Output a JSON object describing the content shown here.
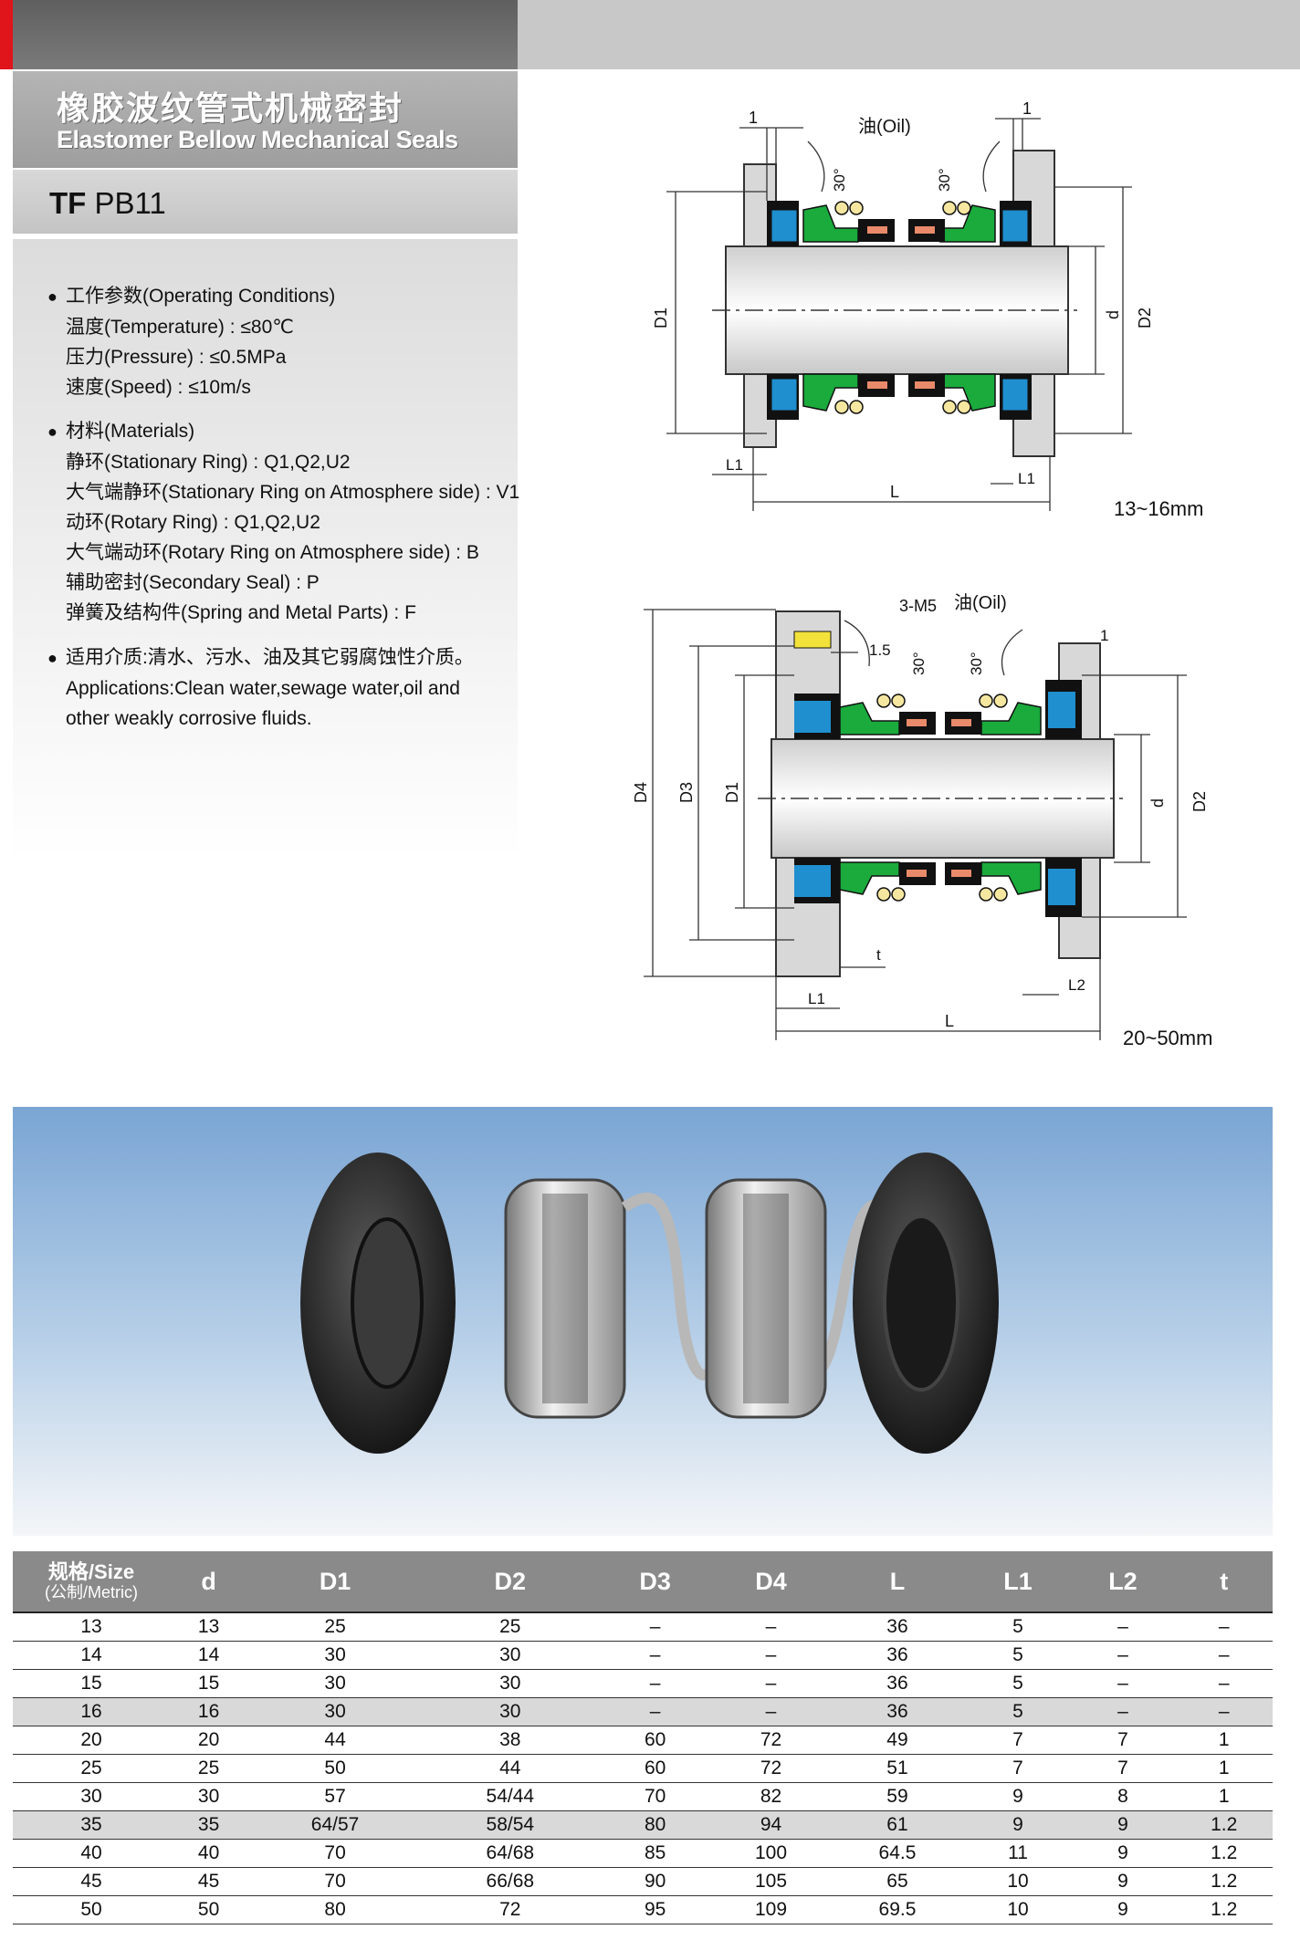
{
  "header": {
    "title_cn": "橡胶波纹管式机械密封",
    "title_en": "Elastomer Bellow Mechanical Seals",
    "model_prefix": "TF",
    "model_name": " PB11"
  },
  "operating": {
    "heading": "工作参数(Operating Conditions)",
    "lines": [
      "温度(Temperature) : ≤80℃",
      "压力(Pressure) : ≤0.5MPa",
      "速度(Speed) : ≤10m/s"
    ]
  },
  "materials": {
    "heading": "材料(Materials)",
    "lines": [
      "静环(Stationary Ring) : Q1,Q2,U2",
      "大气端静环(Stationary Ring on Atmosphere side) : V1",
      "动环(Rotary Ring) : Q1,Q2,U2",
      "大气端动环(Rotary Ring on Atmosphere side) : B",
      "辅助密封(Secondary Seal) : P",
      "弹簧及结构件(Spring and Metal Parts) : F"
    ]
  },
  "applications": {
    "heading": "适用介质:清水、污水、油及其它弱腐蚀性介质。",
    "lines": [
      "Applications:Clean water,sewage water,oil and",
      "other weakly corrosive fluids."
    ]
  },
  "diagram1": {
    "oil": "油(Oil)",
    "dim_1a": "1",
    "dim_1b": "1",
    "angle_a": "30°",
    "angle_b": "30°",
    "D1": "D1",
    "D2": "D2",
    "d": "d",
    "L": "L",
    "L1a": "L1",
    "L1b": "L1",
    "range": "13~16mm"
  },
  "diagram2": {
    "oil": "油(Oil)",
    "screw": "3-M5",
    "dim_15": "1.5",
    "dim_1": "1",
    "angle_a": "30°",
    "angle_b": "30°",
    "D4": "D4",
    "D3": "D3",
    "D1": "D1",
    "D2": "D2",
    "d": "d",
    "t": "t",
    "L": "L",
    "L1": "L1",
    "L2": "L2",
    "range": "20~50mm"
  },
  "table": {
    "size_cn": "规格/Size",
    "size_sub": "(公制/Metric)",
    "headers": [
      "d",
      "D1",
      "D2",
      "D3",
      "D4",
      "L",
      "L1",
      "L2",
      "t"
    ],
    "rows": [
      [
        "13",
        "13",
        "25",
        "25",
        "–",
        "–",
        "36",
        "5",
        "–",
        "–"
      ],
      [
        "14",
        "14",
        "30",
        "30",
        "–",
        "–",
        "36",
        "5",
        "–",
        "–"
      ],
      [
        "15",
        "15",
        "30",
        "30",
        "–",
        "–",
        "36",
        "5",
        "–",
        "–"
      ],
      [
        "16",
        "16",
        "30",
        "30",
        "–",
        "–",
        "36",
        "5",
        "–",
        "–"
      ],
      [
        "20",
        "20",
        "44",
        "38",
        "60",
        "72",
        "49",
        "7",
        "7",
        "1"
      ],
      [
        "25",
        "25",
        "50",
        "44",
        "60",
        "72",
        "51",
        "7",
        "7",
        "1"
      ],
      [
        "30",
        "30",
        "57",
        "54/44",
        "70",
        "82",
        "59",
        "9",
        "8",
        "1"
      ],
      [
        "35",
        "35",
        "64/57",
        "58/54",
        "80",
        "94",
        "61",
        "9",
        "9",
        "1.2"
      ],
      [
        "40",
        "40",
        "70",
        "64/68",
        "85",
        "100",
        "64.5",
        "11",
        "9",
        "1.2"
      ],
      [
        "45",
        "45",
        "70",
        "66/68",
        "90",
        "105",
        "65",
        "10",
        "9",
        "1.2"
      ],
      [
        "50",
        "50",
        "80",
        "72",
        "95",
        "109",
        "69.5",
        "10",
        "9",
        "1.2"
      ]
    ]
  }
}
